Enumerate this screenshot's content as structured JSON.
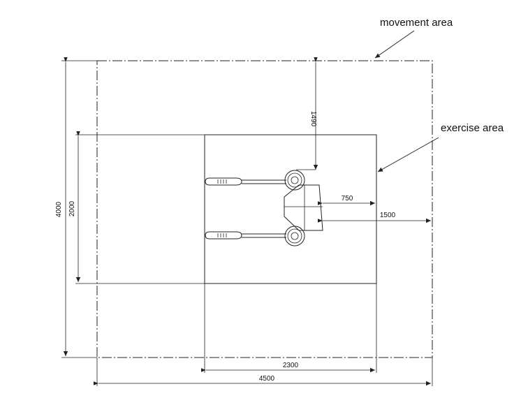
{
  "labels": {
    "movement_area": "movement area",
    "exercise_area": "exercise area"
  },
  "dimensions": {
    "total_width": "4500",
    "exercise_width": "2300",
    "total_height": "4000",
    "exercise_height": "2000",
    "top_offset": "1490",
    "front_clearance": "750",
    "side_clearance": "1500"
  }
}
